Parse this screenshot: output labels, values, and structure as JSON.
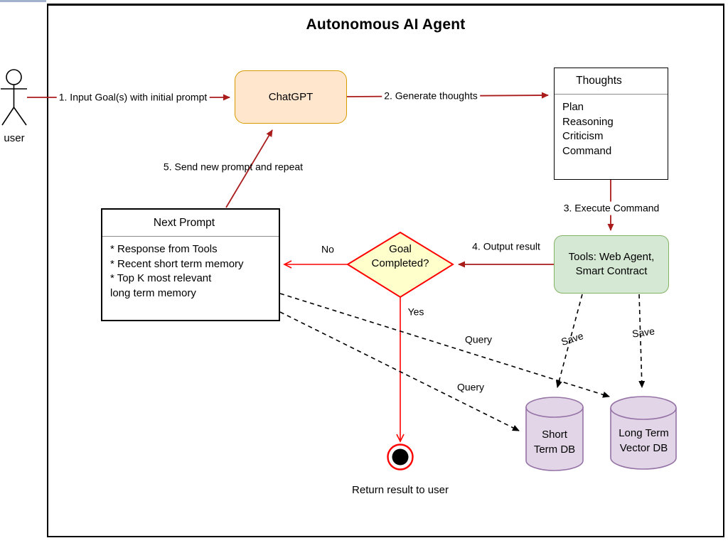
{
  "diagram": {
    "title": "Autonomous AI Agent",
    "actor": {
      "label": "user"
    },
    "nodes": {
      "chatgpt": {
        "label": "ChatGPT"
      },
      "thoughts": {
        "title": "Thoughts",
        "items": [
          "Plan",
          "Reasoning",
          "Criticism",
          "Command"
        ]
      },
      "next_prompt": {
        "title": "Next Prompt",
        "items": [
          "* Response from Tools",
          "* Recent short term memory",
          "* Top K most relevant",
          "long term memory"
        ]
      },
      "goal": {
        "line1": "Goal",
        "line2": "Completed?"
      },
      "tools": {
        "line1": "Tools: Web Agent,",
        "line2": "Smart Contract"
      },
      "short_db": {
        "line1": "Short",
        "line2": "Term DB"
      },
      "long_db": {
        "line1": "Long Term",
        "line2": "Vector DB"
      }
    },
    "edges": {
      "input_goal": "1. Input Goal(s) with initial prompt",
      "generate_thoughts": "2. Generate thoughts",
      "execute_command": "3. Execute Command",
      "output_result": "4. Output result",
      "send_new_prompt": "5. Send new prompt and repeat",
      "no": "No",
      "yes": "Yes",
      "query_long": "Query",
      "query_short": "Query",
      "save_short": "Save",
      "save_long": "Save",
      "return_result": "Return result to user"
    },
    "colors": {
      "flow_arrow": "#AA1C1C",
      "decision_accent": "#FF0000",
      "chatgpt_fill": "#FFE6CC",
      "chatgpt_stroke": "#D79B00",
      "tools_fill": "#D5E8D4",
      "tools_stroke": "#82B366",
      "db_fill": "#E1D5E7",
      "db_stroke": "#9673A6",
      "diamond_fill": "#FFFFCC",
      "tab_strip": "#A2B1CD"
    }
  }
}
